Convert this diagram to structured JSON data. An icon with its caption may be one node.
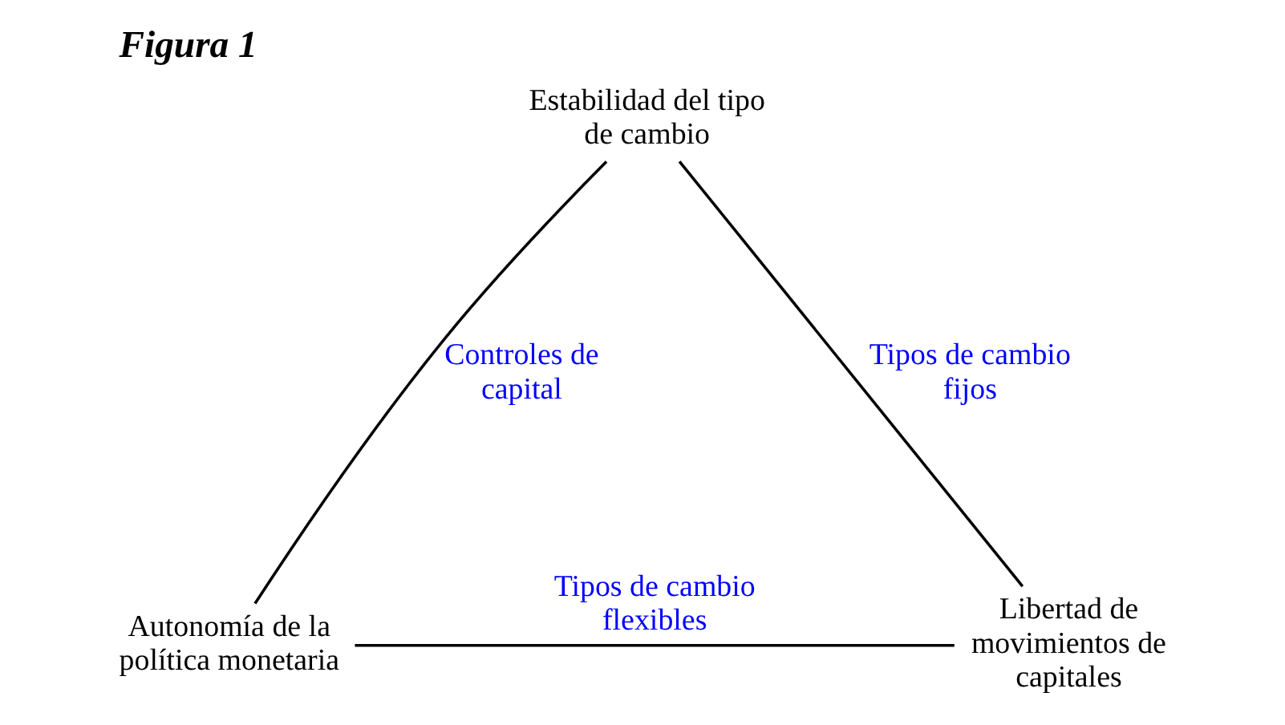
{
  "diagram": {
    "title": "Figura 1",
    "nodes": [
      {
        "text": [
          "Estabilidad del tipo de cambio"
        ]
      },
      {
        "text": [
          "Autonomía de la política monetaria"
        ]
      },
      {
        "text": [
          "Libertad de movimientos de capitales"
        ]
      }
    ],
    "edges": [
      {
        "from": 0,
        "to": 1,
        "arrow": "none",
        "label": "Controles de capital"
      },
      {
        "from": 0,
        "to": 2,
        "arrow": "none",
        "label": "Tipos de cambio fijos"
      },
      {
        "from": 1,
        "to": 2,
        "arrow": "none",
        "label": "Tipos de cambio flexibles"
      }
    ]
  }
}
